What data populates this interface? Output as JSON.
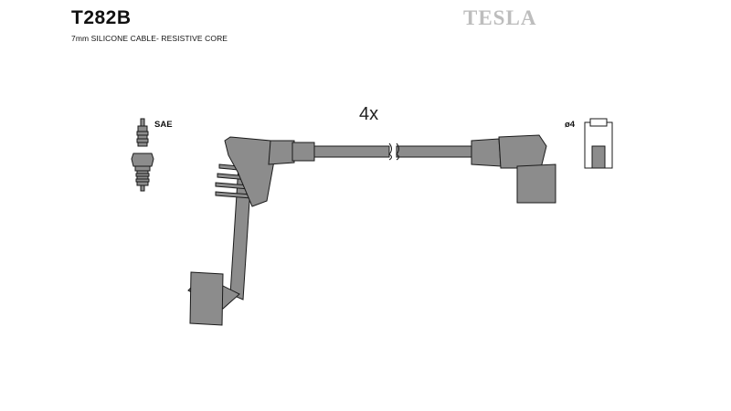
{
  "header": {
    "part_number": "T282B",
    "subtitle": "7mm SILICONE CABLE- RESISTIVE CORE",
    "brand": "TESLA"
  },
  "diagram": {
    "quantity_label": "4x",
    "spark_plug_label": "SAE",
    "terminal_label": "ø4"
  },
  "colors": {
    "part_fill": "#8c8c8c",
    "outline": "#1a1a1a",
    "brand_gray": "#bdbdbd"
  }
}
